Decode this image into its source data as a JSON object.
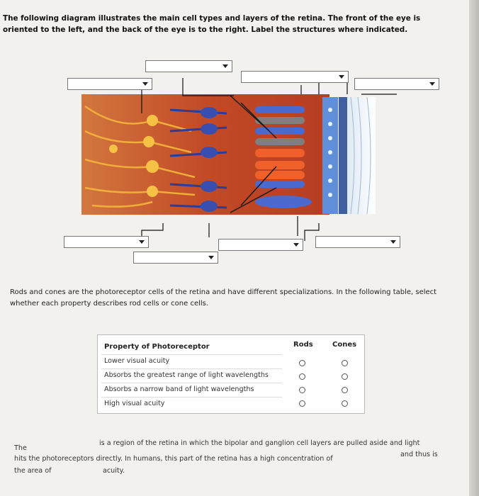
{
  "intro": {
    "text": "The following diagram illustrates the main cell types and layers of the retina. The front of the eye is oriented to the left, and the back of the eye is to the right. Label the structures where indicated."
  },
  "table_intro": {
    "text": "Rods and cones are the photoreceptor cells of the retina and have different specializations. In the following table, select whether each property describes rod cells or cone cells."
  },
  "table": {
    "header_property": "Property of Photoreceptor",
    "header_rods": "Rods",
    "header_cones": "Cones",
    "rows": [
      {
        "label": "Lower visual acuity"
      },
      {
        "label": "Absorbs the greatest range of light wavelengths"
      },
      {
        "label": "Absorbs a narrow band of light wavelengths"
      },
      {
        "label": "High visual acuity"
      }
    ]
  },
  "fill_in": {
    "the": "The",
    "part1": "is a region of the retina in which the bipolar and ganglion cell layers are pulled aside and light",
    "part2": "hits the photoreceptors directly. In humans, this part of the retina has a high concentration of",
    "part3": "and thus is",
    "part4": "the area of",
    "part5": "acuity."
  },
  "colors": {
    "tissue": "#c4512b",
    "photoreceptor": "#3d56b8",
    "pigment": "#5a8bd8",
    "neuron": "#f2b233"
  }
}
